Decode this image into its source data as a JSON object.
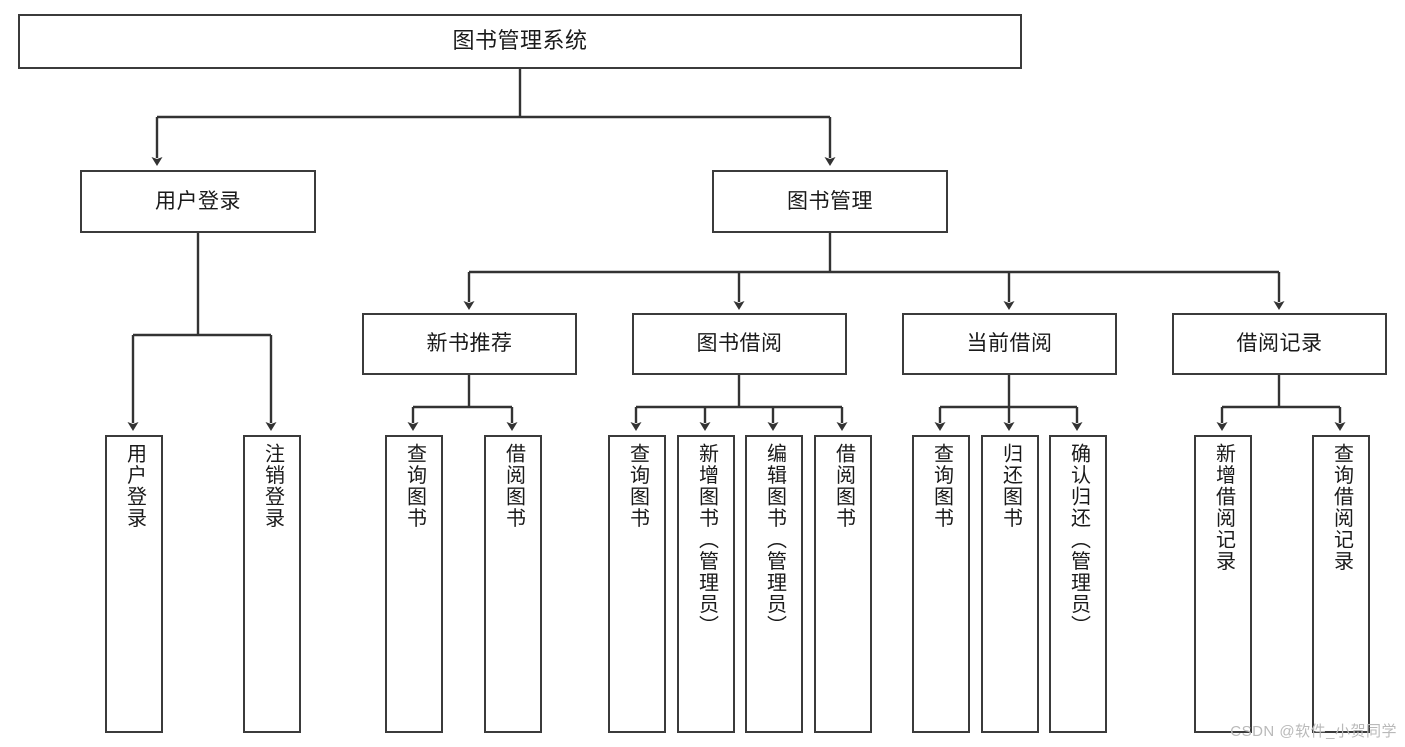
{
  "diagram": {
    "title": "图书管理系统",
    "type": "tree-hierarchy-diagram",
    "colors": {
      "node_border": "#3b3b3b",
      "node_fill": "#ffffff",
      "connector": "#333333",
      "text": "#1a1a1a",
      "watermark": "#b9b9b9",
      "background": "#ffffff"
    },
    "root": {
      "label": "图书管理系统"
    },
    "level2": [
      {
        "label": "用户登录"
      },
      {
        "label": "图书管理"
      }
    ],
    "level3": [
      {
        "label": "新书推荐"
      },
      {
        "label": "图书借阅"
      },
      {
        "label": "当前借阅"
      },
      {
        "label": "借阅记录"
      }
    ],
    "leaves": {
      "user_login": [
        {
          "label": "用户登录"
        },
        {
          "label": "注销登录"
        }
      ],
      "new_book_recommend": [
        {
          "label": "查询图书"
        },
        {
          "label": "借阅图书"
        }
      ],
      "book_borrow": [
        {
          "label": "查询图书"
        },
        {
          "label": "新增图书（管理员）"
        },
        {
          "label": "编辑图书（管理员）"
        },
        {
          "label": "借阅图书"
        }
      ],
      "current_borrow": [
        {
          "label": "查询图书"
        },
        {
          "label": "归还图书"
        },
        {
          "label": "确认归还（管理员）"
        }
      ],
      "borrow_record": [
        {
          "label": "新增借阅记录"
        },
        {
          "label": "查询借阅记录"
        }
      ]
    }
  },
  "watermark": {
    "text": "CSDN @软件_小贺同学"
  }
}
